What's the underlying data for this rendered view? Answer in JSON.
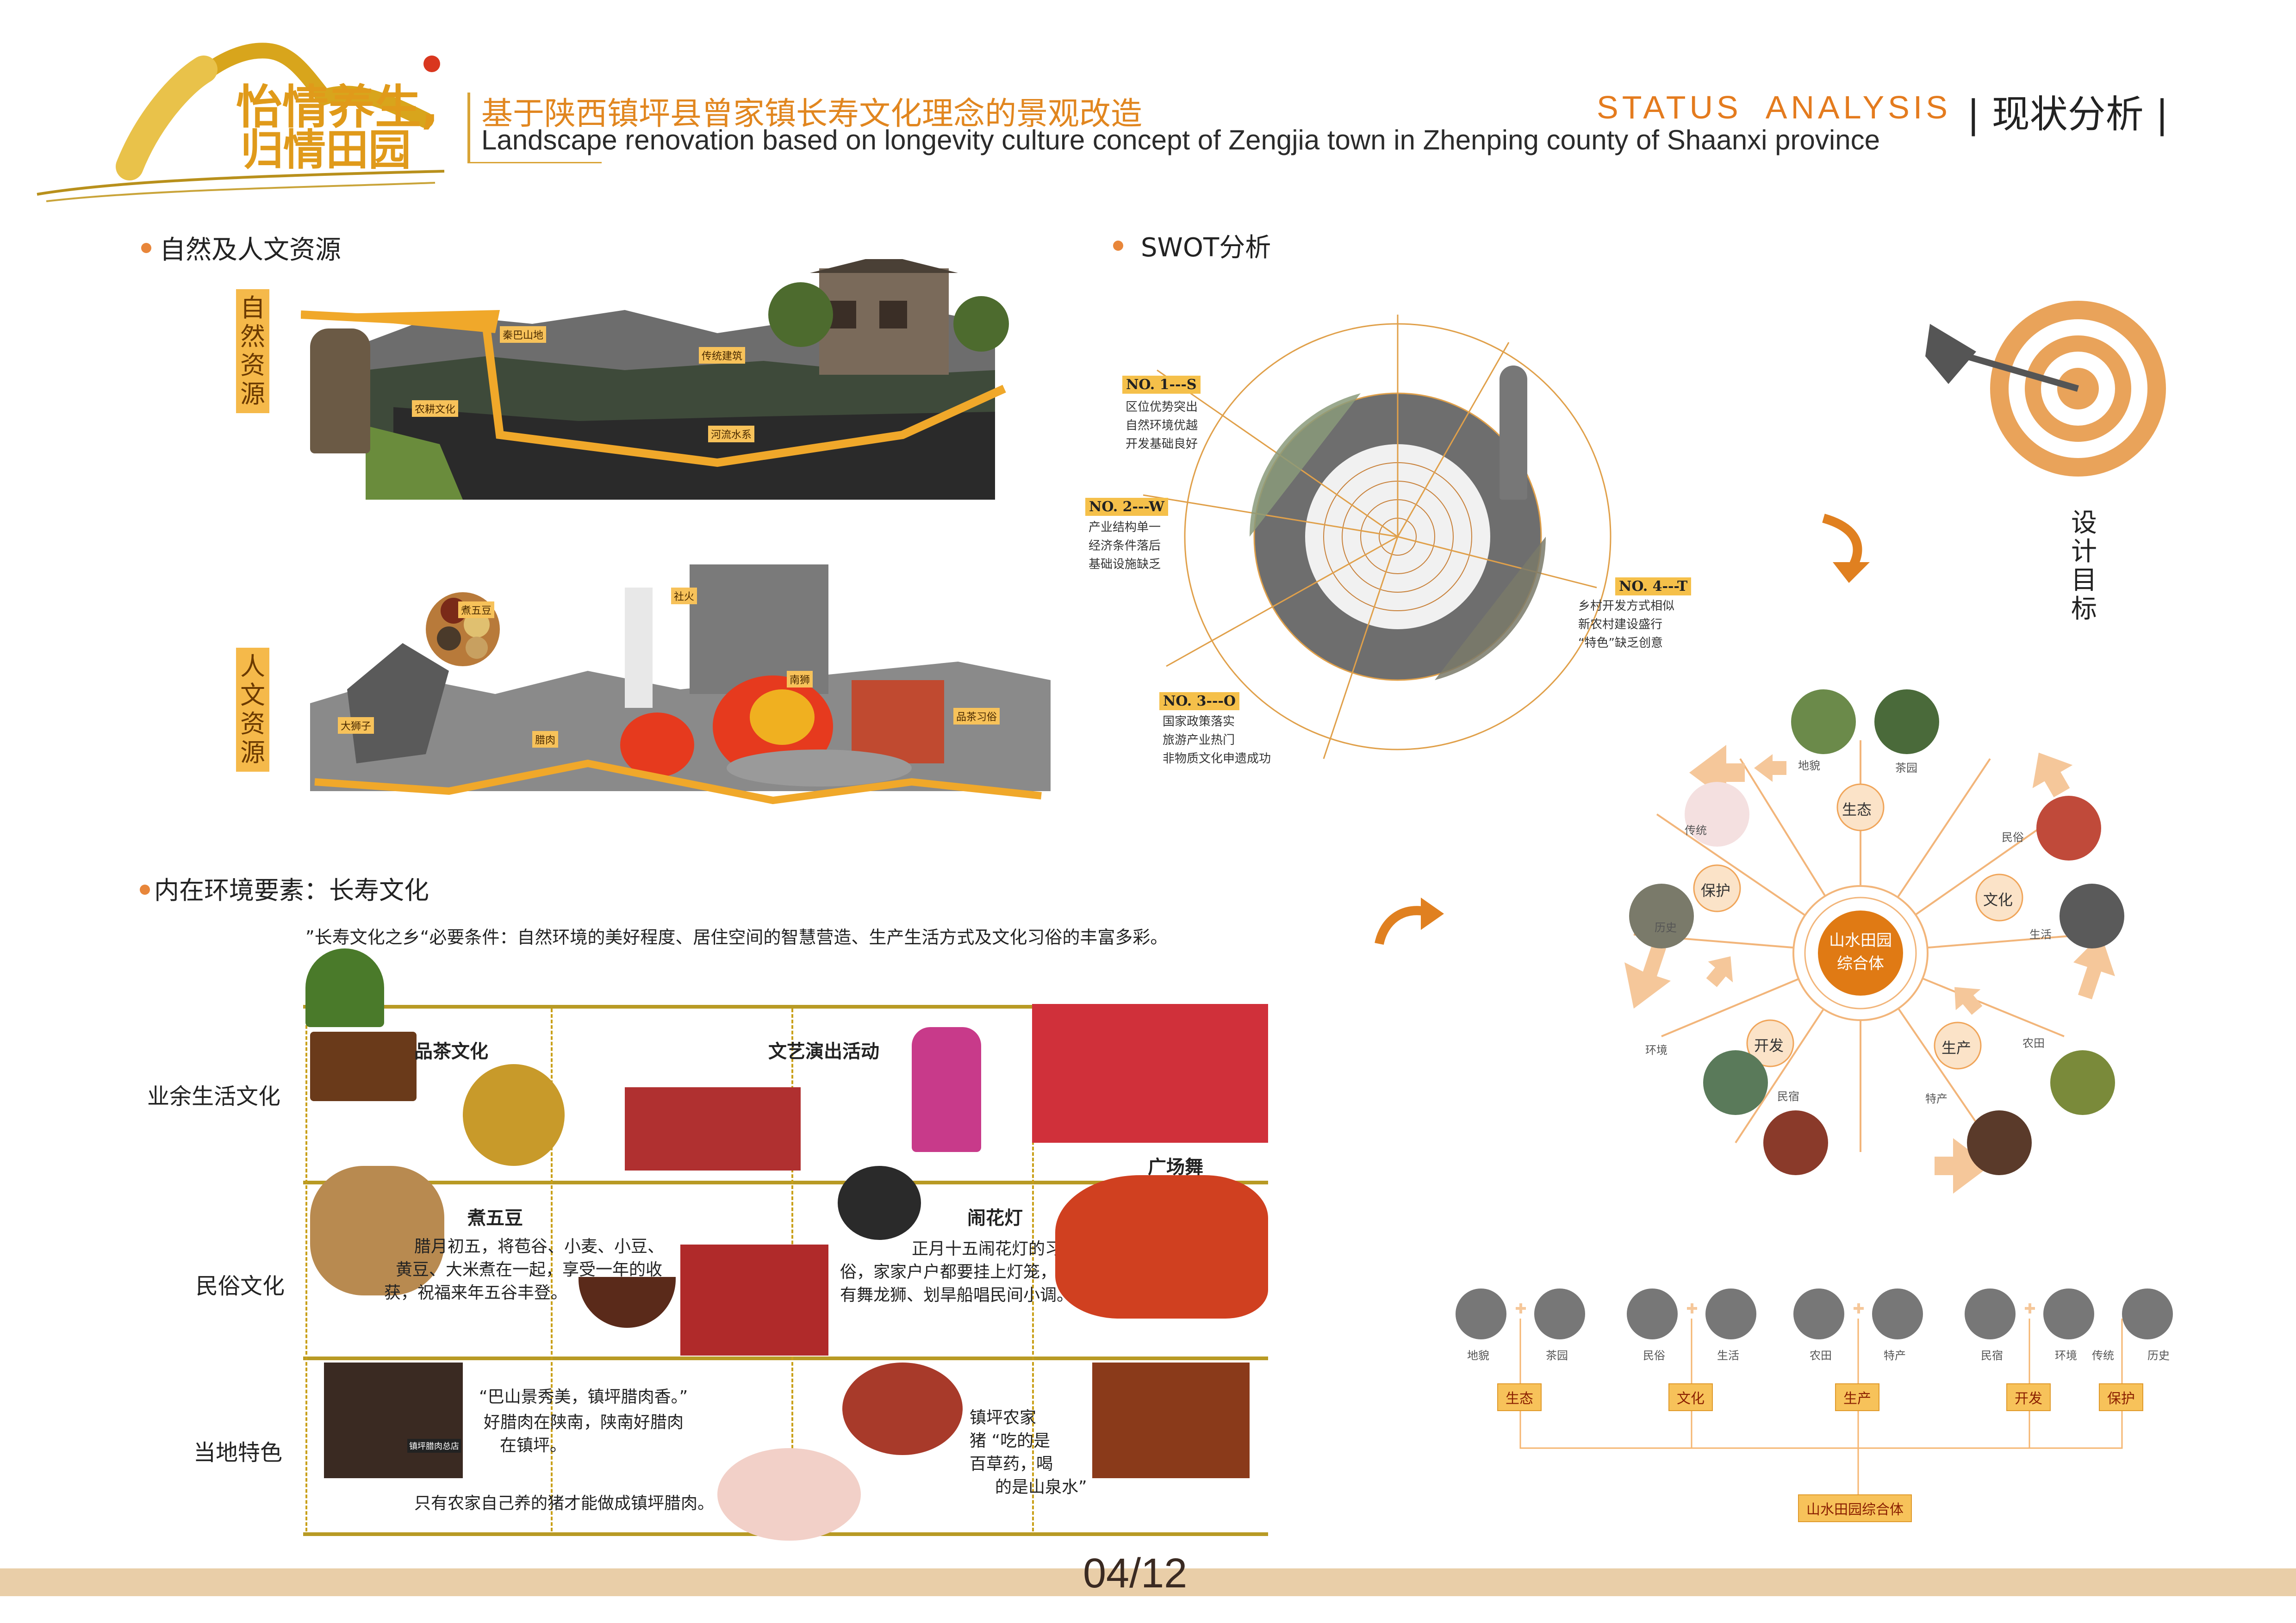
{
  "header": {
    "logo_line1": "怡情养生,",
    "logo_line2": "归情田园",
    "title_cn": "基于陕西镇坪县曾家镇长寿文化理念的景观改造",
    "title_en": "Landscape renovation based on longevity culture concept of Zengjia town in Zhenping county of Shaanxi province",
    "status_en": "STATUS  ANALYSIS",
    "status_cn": "| 现状分析 |"
  },
  "section1": {
    "title": "自然及人文资源",
    "natural_label": "自然资源",
    "natural_tags": [
      "秦巴山地",
      "传统建筑",
      "农耕文化",
      "河流水系"
    ],
    "human_label": "人文资源",
    "human_tags": [
      "煮五豆",
      "社火",
      "南狮",
      "大狮子",
      "腊肉",
      "品茶习俗"
    ]
  },
  "swot": {
    "title": "SWOT分析",
    "s_title": "NO. 1---S",
    "s_text": "区位优势突出\n自然环境优越\n开发基础良好",
    "w_title": "NO. 2---W",
    "w_text": "产业结构单一\n经济条件落后\n基础设施缺乏",
    "o_title": "NO. 3---O",
    "o_text": "国家政策落实\n旅游产业热门\n非物质文化申遗成功",
    "t_title": "NO. 4---T",
    "t_text": "乡村开发方式相似\n新农村建设盛行\n“特色”缺乏创意"
  },
  "target": {
    "label": "设计目标"
  },
  "diagram": {
    "center_line1": "山水田园",
    "center_line2": "综合体",
    "nodes": [
      "生态",
      "文化",
      "生产",
      "开发",
      "保护"
    ],
    "photo_labels": [
      "地貌",
      "茶园",
      "民俗",
      "生活",
      "农田",
      "特产",
      "民宿",
      "环境",
      "历史",
      "传统"
    ],
    "bottom_groups": [
      {
        "a": "地貌",
        "b": "茶园",
        "tag": "生态"
      },
      {
        "a": "民俗",
        "b": "生活",
        "tag": "文化"
      },
      {
        "a": "农田",
        "b": "特产",
        "tag": "生产"
      },
      {
        "a": "民宿",
        "b": "环境",
        "tag": "开发"
      },
      {
        "a": "传统",
        "b": "历史",
        "tag": "保护"
      }
    ],
    "bottom_result": "山水田园综合体"
  },
  "section2": {
    "title": "内在环境要素：长寿文化",
    "intro": "”长寿文化之乡“必要条件：自然环境的美好程度、居住空间的智慧营造、生产生活方式及文化习俗的丰富多彩。",
    "rows": [
      "业余生活文化",
      "民俗文化",
      "当地特色"
    ],
    "tea": "品茶文化",
    "show": "文艺演出活动",
    "square_dance": "广场舞",
    "wudou_title": "煮五豆",
    "wudou_text1": "腊月初五，将苞谷、小麦、小豆、",
    "wudou_text2": "黄豆、大米煮在一起，享受一年的收",
    "wudou_text3": "获，祝福来年五谷丰登。",
    "lantern_title": "闹花灯",
    "lantern_text1": "正月十五闹花灯的习",
    "lantern_text2": "俗，家家户户都要挂上灯笼，还",
    "lantern_text3": "有舞龙狮、划旱船唱民间小调。",
    "meat_text1": "“巴山景秀美，镇坪腊肉香。”",
    "meat_text2": "好腊肉在陕南，陕南好腊肉",
    "meat_text3": "在镇坪。",
    "pork_text1": "镇坪农家",
    "pork_text2": "猪 “吃的是",
    "pork_text3": "百草药，喝",
    "pork_text4": "的是山泉水”",
    "pig_text": "只有农家自己养的猪才能做成镇坪腊肉。",
    "shop_sign": "镇坪腊肉总店"
  },
  "footer": {
    "page": "04/12"
  }
}
